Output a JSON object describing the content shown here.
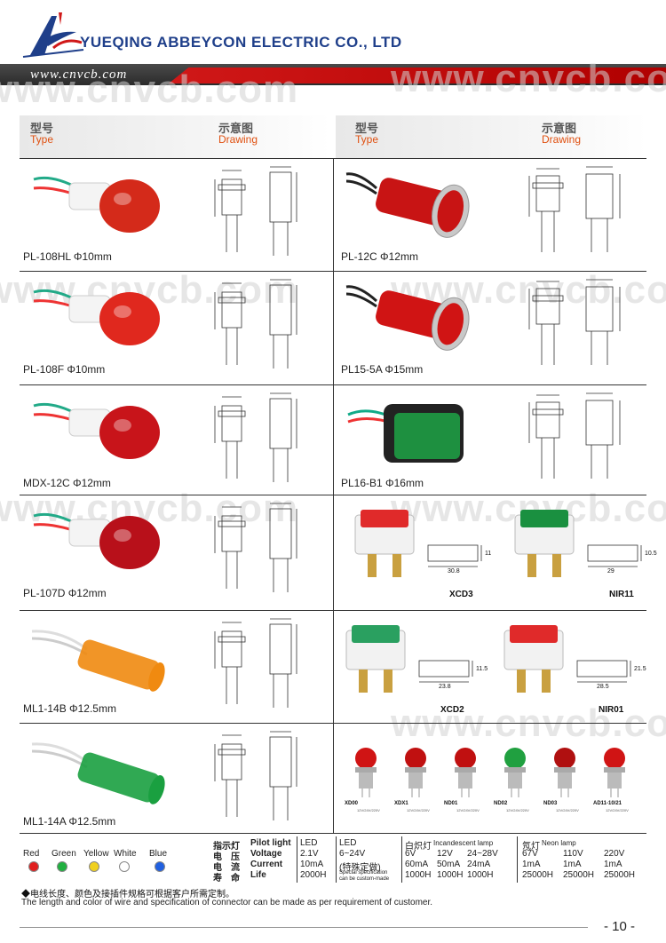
{
  "header": {
    "company": "YUEQING ABBEYCON ELECTRIC CO., LTD",
    "url": "www.cnvcb.com",
    "watermark": "www.cnvcb.com"
  },
  "columns": [
    {
      "cn": "型号",
      "en": "Type"
    },
    {
      "cn": "示意图",
      "en": "Drawing"
    },
    {
      "cn": "型号",
      "en": "Type"
    },
    {
      "cn": "示意图",
      "en": "Drawing"
    }
  ],
  "left_products": [
    {
      "label": "PL-108HL  Φ10mm",
      "color": "#d42a1a"
    },
    {
      "label": "PL-108F  Φ10mm",
      "color": "#e0281e"
    },
    {
      "label": "MDX-12C  Φ12mm",
      "color": "#c8141a"
    },
    {
      "label": "PL-107D  Φ12mm",
      "color": "#b8101a"
    },
    {
      "label": "ML1-14B  Φ12.5mm",
      "color": "#f08a10"
    },
    {
      "label": "ML1-14A  Φ12.5mm",
      "color": "#1aa040"
    }
  ],
  "right_products": [
    {
      "label": "PL-12C  Φ12mm",
      "color": "#c81414"
    },
    {
      "label": "PL15-5A  Φ15mm",
      "color": "#d01414"
    },
    {
      "label": "PL16-B1  Φ16mm",
      "color": "#1e9040"
    }
  ],
  "rocker_items": [
    {
      "code": "XCD3",
      "dim_w": "30.8",
      "dim_h": "11",
      "color": "#e02a2a"
    },
    {
      "code": "NIR11",
      "dim_w": "29",
      "dim_h": "10.5",
      "color": "#1a9040"
    },
    {
      "code": "XCD2",
      "dim_w": "23.8",
      "dim_h": "11.5",
      "color": "#2aa060"
    },
    {
      "code": "NIR01",
      "dim_w": "28.5",
      "dim_h": "21.5",
      "color": "#e02a2a"
    }
  ],
  "mini_items": [
    {
      "code": "XD00",
      "rating": "12V/24V/220V",
      "color": "#d01414"
    },
    {
      "code": "XDX1",
      "rating": "12V/24V/220V",
      "color": "#c01010"
    },
    {
      "code": "ND01",
      "rating": "12V/24V/220V",
      "color": "#c01010"
    },
    {
      "code": "ND02",
      "rating": "12V/24V/220V",
      "color": "#20a040"
    },
    {
      "code": "ND03",
      "rating": "12V/24V/220V",
      "color": "#b01010"
    },
    {
      "code": "AD11-10/21",
      "rating": "12V/24V/220V",
      "color": "#d01414"
    }
  ],
  "colors_legend": [
    {
      "name": "Red",
      "hex": "#e02020"
    },
    {
      "name": "Green",
      "hex": "#20b040"
    },
    {
      "name": "Yellow",
      "hex": "#f0d020"
    },
    {
      "name": "White",
      "hex": "#ffffff"
    },
    {
      "name": "Blue",
      "hex": "#2060e0"
    }
  ],
  "spec": {
    "rows": [
      {
        "cn": "指示灯",
        "en": "Pilot light"
      },
      {
        "cn": "电　压",
        "en": "Voltage"
      },
      {
        "cn": "电　流",
        "en": "Current"
      },
      {
        "cn": "寿　命",
        "en": "Life"
      }
    ],
    "led1": [
      "LED",
      "2.1V",
      "10mA",
      "2000H"
    ],
    "led2": [
      "LED",
      "6~24V",
      "(特殊定做)",
      "Special specification",
      "can be custom-made"
    ],
    "incandescent_head_cn": "白炽灯",
    "incandescent_head_en": "Incandescent lamp",
    "incandescent": [
      [
        "6V",
        "12V",
        "24~28V"
      ],
      [
        "60mA",
        "50mA",
        "24mA"
      ],
      [
        "1000H",
        "1000H",
        "1000H"
      ]
    ],
    "neon_head_cn": "氖灯",
    "neon_head_en": "Neon lamp",
    "neon": [
      [
        "67V",
        "110V",
        "220V"
      ],
      [
        "1mA",
        "1mA",
        "1mA"
      ],
      [
        "25000H",
        "25000H",
        "25000H"
      ]
    ]
  },
  "notes": {
    "cn": "◆电线长度、颜色及接插件规格可根据客户所需定制。",
    "en": "The length and color of wire and specification of connector can be made as per requirement of customer."
  },
  "page_number": "- 10 -"
}
